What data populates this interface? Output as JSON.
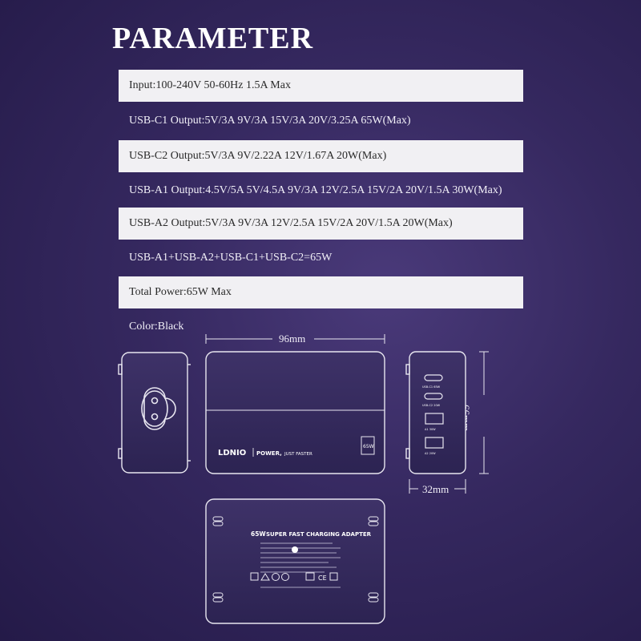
{
  "title": "PARAMETER",
  "specs": [
    "Input:100-240V 50-60Hz 1.5A Max",
    "USB-C1 Output:5V/3A 9V/3A 15V/3A 20V/3.25A 65W(Max)",
    "USB-C2 Output:5V/3A 9V/2.22A 12V/1.67A 20W(Max)",
    "USB-A1 Output:4.5V/5A 5V/4.5A 9V/3A 12V/2.5A 15V/2A 20V/1.5A 30W(Max)",
    "USB-A2 Output:5V/3A 9V/3A 12V/2.5A 15V/2A 20V/1.5A 20W(Max)",
    "USB-A1+USB-A2+USB-C1+USB-C2=65W",
    "Total Power:65W Max"
  ],
  "color_label": "Color:Black",
  "dimensions": {
    "width": "96mm",
    "height": "66mm",
    "depth": "32mm"
  },
  "product": {
    "brand": "LDNIO",
    "slogan_main": "POWER,",
    "slogan_sub": "JUST FASTER",
    "badge": "65W",
    "bottom_title": "SUPER FAST CHARGING ADAPTER",
    "ports": [
      "USB-C1 65W",
      "USB-C2 20W",
      "A1 30W",
      "A2 20W"
    ]
  }
}
